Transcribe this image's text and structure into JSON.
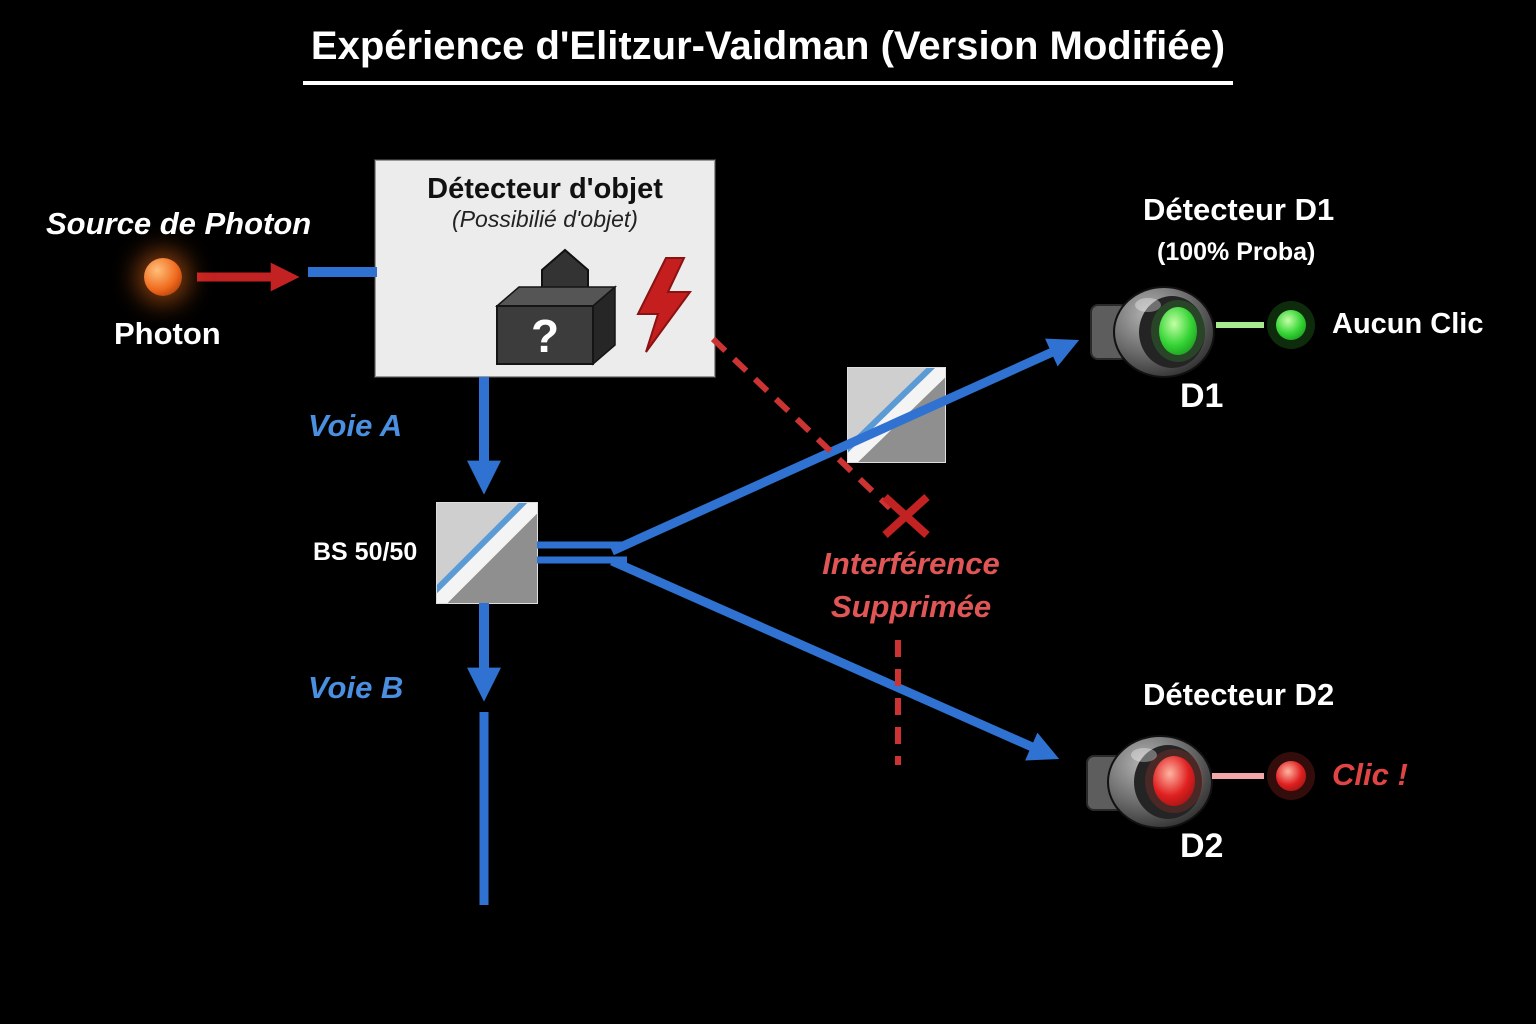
{
  "title": "Expérience d'Elitzur-Vaidman (Version Modifiée)",
  "source": {
    "label": "Source de Photon",
    "photon_label": "Photon"
  },
  "object_detector": {
    "title": "Détecteur d'objet",
    "subtitle": "(Possibilié d'objet)",
    "question_mark": "?"
  },
  "paths": {
    "voie_a": "Voie A",
    "voie_b": "Voie B",
    "beamsplitter_label": "BS 50/50"
  },
  "interference": {
    "line1": "Interférence",
    "line2": "Supprimée"
  },
  "detector_d1": {
    "title": "Détecteur D1",
    "subtitle": "(100% Proba)",
    "result": "Aucun Clic",
    "label": "D1"
  },
  "detector_d2": {
    "title": "Détecteur D2",
    "result": "Clic !",
    "label": "D2"
  },
  "colors": {
    "beam_blue": "#2f72d2",
    "path_label_blue": "#4a8fe0",
    "signal_red": "#c32222",
    "dashed_red": "#cc3333",
    "interference_red": "#e05555",
    "green_lens": "#35d435",
    "red_lens": "#e02020",
    "photon_orange": "#f06a1d",
    "box_gray": "#ececec"
  }
}
